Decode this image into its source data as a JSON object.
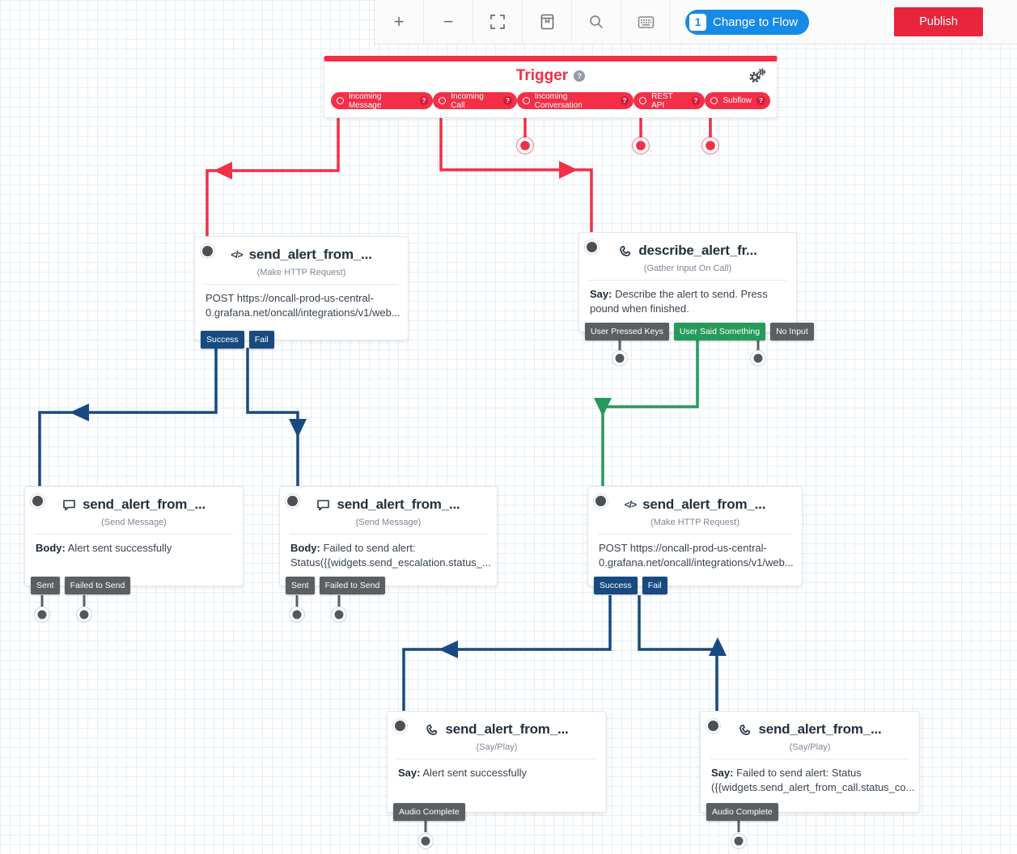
{
  "toolbar": {
    "zoom_in_label": "+",
    "zoom_out_label": "−",
    "change_to_flow": {
      "badge": "1",
      "label": "Change to Flow"
    },
    "publish_label": "Publish"
  },
  "trigger": {
    "title": "Trigger",
    "help_glyph": "?",
    "pills": [
      {
        "label": "Incoming Message",
        "help": "?"
      },
      {
        "label": "Incoming Call",
        "help": "?"
      },
      {
        "label": "Incoming Conversation",
        "help": "?"
      },
      {
        "label": "REST API",
        "help": "?"
      },
      {
        "label": "Subflow",
        "help": "?"
      }
    ]
  },
  "widgets": {
    "send_alert_from_msg_http": {
      "title": "send_alert_from_...",
      "type": "(Make HTTP Request)",
      "body": "POST https://oncall-prod-us-central-\n0.grafana.net/oncall/integrations/v1/web...",
      "tags": [
        {
          "label": "Success"
        },
        {
          "label": "Fail"
        }
      ]
    },
    "describe_alert_from_call": {
      "title": "describe_alert_fr...",
      "type": "(Gather Input On Call)",
      "body_prefix": "Say:",
      "body_text": " Describe the alert to send. Press\npound when finished.",
      "tags": [
        {
          "label": "User Pressed Keys"
        },
        {
          "label": "User Said Something"
        },
        {
          "label": "No Input"
        }
      ]
    },
    "send_message_success": {
      "title": "send_alert_from_...",
      "type": "(Send Message)",
      "body_prefix": "Body:",
      "body_text": " Alert sent successfully",
      "tags": [
        {
          "label": "Sent"
        },
        {
          "label": "Failed to Send"
        }
      ]
    },
    "send_message_fail": {
      "title": "send_alert_from_...",
      "type": "(Send Message)",
      "body_prefix": "Body:",
      "body_text": " Failed to send alert:\nStatus({{widgets.send_escalation.status_...",
      "tags": [
        {
          "label": "Sent"
        },
        {
          "label": "Failed to Send"
        }
      ]
    },
    "send_alert_from_call_http": {
      "title": "send_alert_from_...",
      "type": "(Make HTTP Request)",
      "body": "POST https://oncall-prod-us-central-\n0.grafana.net/oncall/integrations/v1/web...",
      "tags": [
        {
          "label": "Success"
        },
        {
          "label": "Fail"
        }
      ]
    },
    "say_success": {
      "title": "send_alert_from_...",
      "type": "(Say/Play)",
      "body_prefix": "Say:",
      "body_text": " Alert sent successfully",
      "tags": [
        {
          "label": "Audio Complete"
        }
      ]
    },
    "say_fail": {
      "title": "send_alert_from_...",
      "type": "(Say/Play)",
      "body_prefix": "Say:",
      "body_text": " Failed to send alert: Status\n({{widgets.send_alert_from_call.status_co...",
      "tags": [
        {
          "label": "Audio Complete"
        }
      ]
    }
  },
  "colors": {
    "trigger_red": "#F22F46",
    "connector_navy": "#174A80",
    "connector_green": "#27995B",
    "tag_gray": "#5B5E63",
    "flow_button_blue": "#1789E6",
    "publish_red": "#E8253D"
  }
}
